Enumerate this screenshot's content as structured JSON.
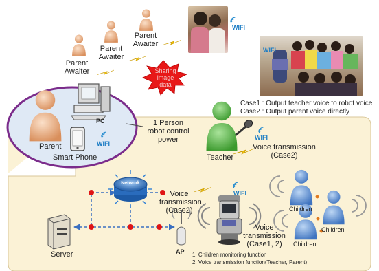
{
  "awaiters": [
    "Parent Awaiter",
    "Parent Awaiter",
    "Parent Awaiter"
  ],
  "awaiter_word1": "Parent",
  "awaiter_word2": "Awaiter",
  "wifi": "WIFI",
  "starburst": [
    "Sharing",
    "image",
    "data"
  ],
  "cases": [
    "Case1 : Output teacher voice to robot voice",
    "Case2 : Output parent voice directly"
  ],
  "parent_zone": {
    "pc": "PC",
    "parent": "Parent",
    "smart_phone": "Smart Phone"
  },
  "control": [
    "1 Person",
    "robot control",
    "power"
  ],
  "teacher": "Teacher",
  "voice_case2": [
    "Voice transmission",
    "(Case2)"
  ],
  "network": "Network",
  "voice_case2_ap": [
    "Voice",
    "transmission",
    "(Case2)"
  ],
  "voice_case12": [
    "Voice",
    "transmission",
    "(Case1, 2)"
  ],
  "server": "Server",
  "ap": "AP",
  "functions": [
    "1.   Children monitoring function",
    "2.   Voice transmission function(Teacher, Parent)"
  ],
  "children_labels": [
    "Children",
    "Children",
    "Children"
  ],
  "colors": {
    "zone_fill": "#fbf2d6",
    "ellipse_stroke": "#7b2c8b",
    "teacher_green": "#4caa3c",
    "child_blue": "#5b8fd3",
    "parent_skin": "#f0b58b",
    "link_blue": "#3a6fc0",
    "node_red": "#e01515",
    "burst_red": "#e81818"
  }
}
